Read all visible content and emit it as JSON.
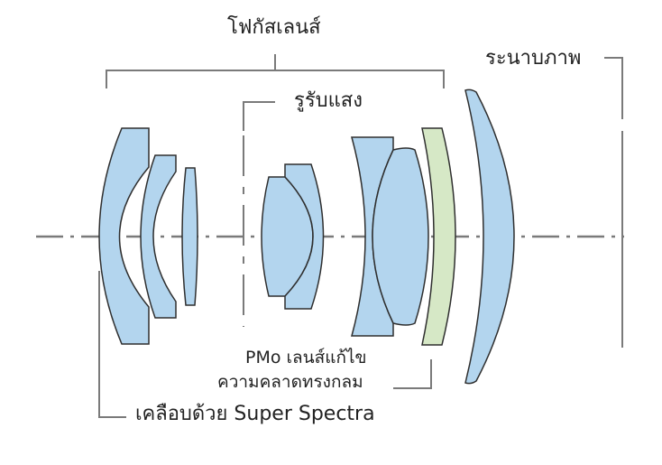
{
  "labels": {
    "focus_lens_group": "โฟกัสเลนส์",
    "image_plane": "ระนาบภาพ",
    "aperture": "รูรับแสง",
    "pmo_line1": "PMo เลนส์แก้ไข",
    "pmo_line2": "ความคลาดทรงกลม",
    "coating": "เคลือบด้วย Super Spectra"
  },
  "colors": {
    "lens_fill": "#b3d5ee",
    "pmo_fill": "#d6e8c6",
    "lens_stroke": "#2f2f2f",
    "line": "#7a7a7a",
    "text": "#222222"
  }
}
